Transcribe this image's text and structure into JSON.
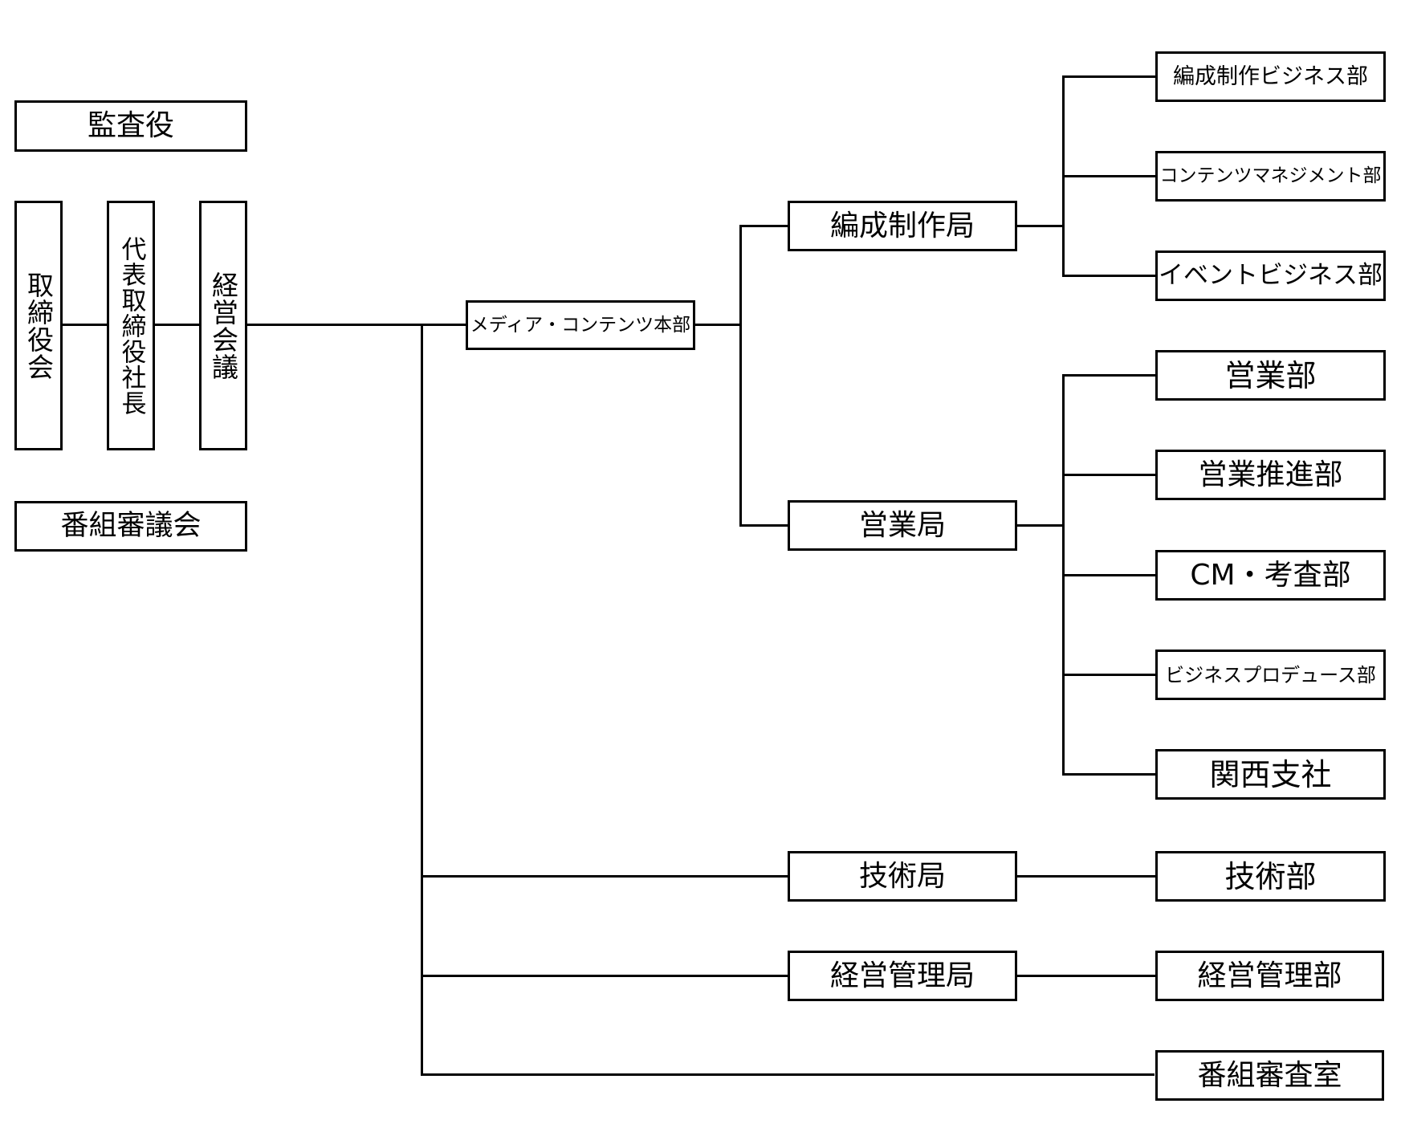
{
  "org_chart": {
    "left_column": {
      "auditor": "監査役",
      "board_of_directors": "取締役会",
      "president": "代表取締役社長",
      "management_meeting": "経営会議",
      "program_council": "番組審議会"
    },
    "main_division": "メディア・コンテンツ本部",
    "bureaus": {
      "programming_production": "編成制作局",
      "sales": "営業局",
      "technology": "技術局",
      "management_admin": "経営管理局"
    },
    "departments": {
      "programming_business": "編成制作ビジネス部",
      "contents_management": "コンテンツマネジメント部",
      "event_business": "イベントビジネス部",
      "sales": "営業部",
      "sales_promotion": "営業推進部",
      "cm_review": "CM・考査部",
      "business_produce": "ビジネスプロデュース部",
      "kansai_branch": "関西支社",
      "technology": "技術部",
      "management_admin": "経営管理部"
    },
    "program_review_office": "番組審査室"
  }
}
